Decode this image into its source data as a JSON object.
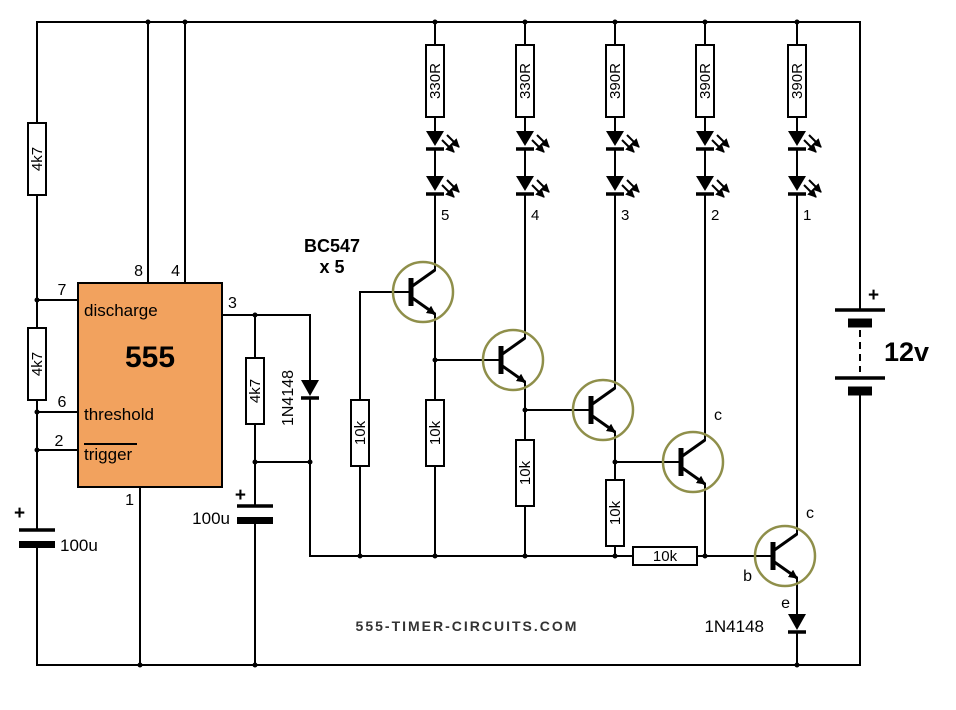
{
  "ic555": {
    "name": "555",
    "discharge": "discharge",
    "threshold": "threshold",
    "trigger": "trigger",
    "pin_labels": {
      "p1": "1",
      "p2": "2",
      "p3": "3",
      "p4": "4",
      "p6": "6",
      "p7": "7",
      "p8": "8"
    }
  },
  "resistors": {
    "left_top": "4k7",
    "left_mid": "4k7",
    "output": "4k7",
    "led_branches": [
      "330R",
      "330R",
      "390R",
      "390R",
      "390R"
    ],
    "base_vertical": [
      "10k",
      "10k",
      "10k",
      "10k"
    ],
    "base_horizontal": "10k"
  },
  "capacitors": {
    "timing_value": "100u",
    "ramp_value": "100u",
    "plus_sign": "+"
  },
  "diodes": {
    "output_diode": "1N4148",
    "emitter_diode": "1N4148"
  },
  "transistors": {
    "type_label": "BC547",
    "count_label": "x 5",
    "collector_label": "c",
    "base_label": "b",
    "emitter_label": "e"
  },
  "led_numbers": [
    "5",
    "4",
    "3",
    "2",
    "1"
  ],
  "battery": {
    "label": "12v",
    "plus_sign": "+"
  },
  "footer": {
    "site": "555-TIMER-CIRCUITS.COM"
  },
  "colors": {
    "wire": "#000000",
    "ic_fill": "#F2A25E",
    "transistor_ring": "#8F8F4A",
    "background": "#FFFFFF"
  }
}
